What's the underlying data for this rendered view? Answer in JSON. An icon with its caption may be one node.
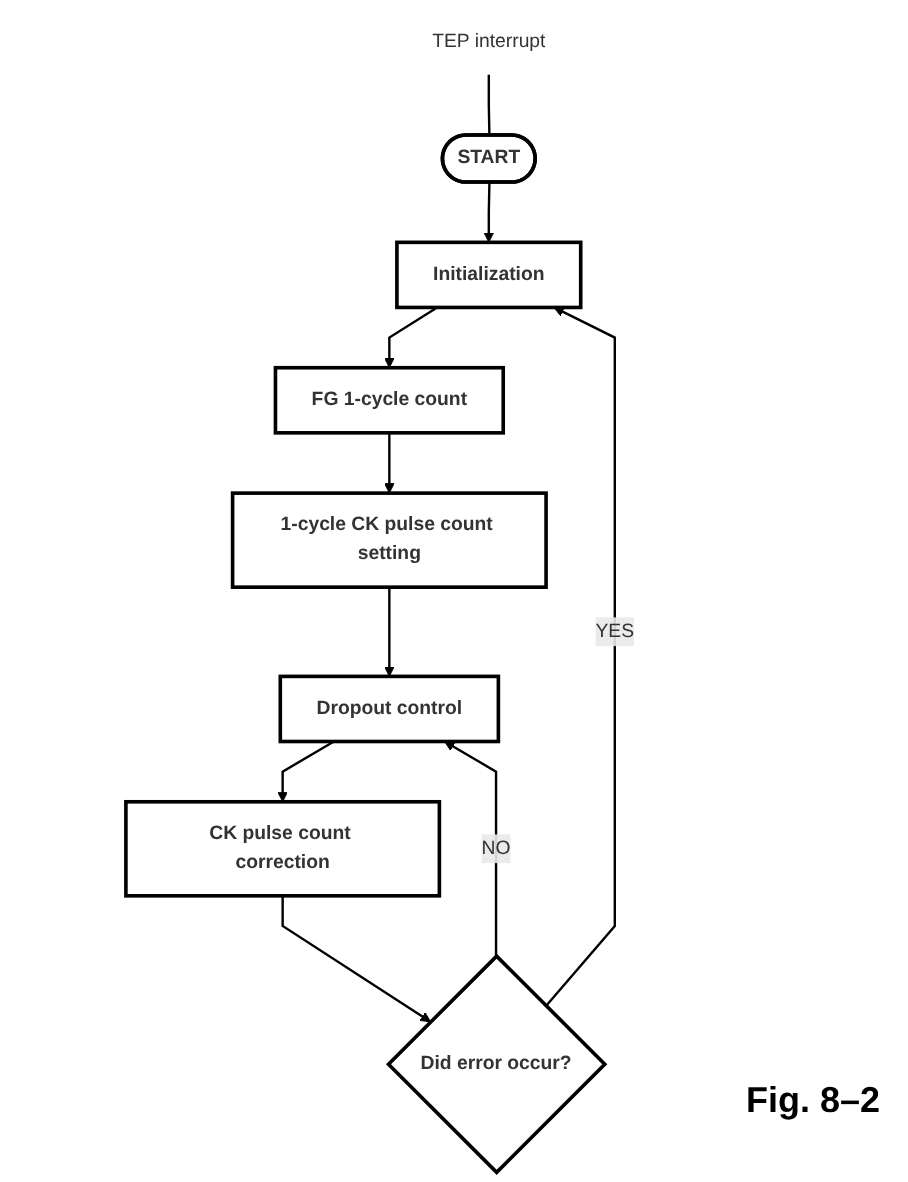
{
  "diagram": {
    "caption": "Fig. 8–2",
    "nodes": [
      {
        "text": [
          "START"
        ]
      },
      {
        "text": [
          "Initialization"
        ]
      },
      {
        "text": [
          "FG 1-cycle count"
        ]
      },
      {
        "text": [
          "1-cycle CK pulse count setting"
        ]
      },
      {
        "text": [
          "Dropout control"
        ]
      },
      {
        "text": [
          "CK pulse count correction"
        ]
      },
      {
        "text": [
          "Did error occur?"
        ]
      },
      {
        "text": [
          "TEP interrupt"
        ]
      }
    ],
    "edges": [
      {
        "from": 0,
        "to": 1,
        "arrow": "to"
      },
      {
        "from": 1,
        "to": 2,
        "arrow": "to"
      },
      {
        "from": 2,
        "to": 3,
        "arrow": "to"
      },
      {
        "from": 3,
        "to": 4,
        "arrow": "to"
      },
      {
        "from": 4,
        "to": 5,
        "arrow": "to"
      },
      {
        "from": 5,
        "to": 6,
        "arrow": "to"
      },
      {
        "from": 6,
        "to": 1,
        "label": "YES",
        "arrow": "to"
      },
      {
        "from": 6,
        "to": 4,
        "label": "NO",
        "arrow": "to"
      },
      {
        "from": 7,
        "to": 0,
        "arrow": "none"
      }
    ]
  }
}
